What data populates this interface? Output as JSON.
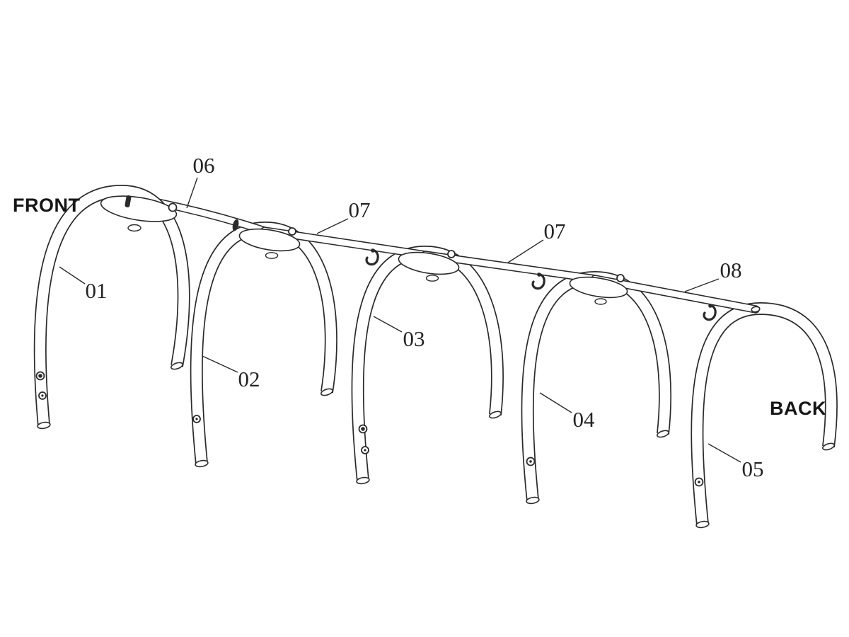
{
  "colors": {
    "ink": "#2a2a2a",
    "background": "#ffffff"
  },
  "diagram": {
    "orientation": {
      "front": "FRONT",
      "back": "BACK"
    },
    "callouts": {
      "c01": "01",
      "c02": "02",
      "c03": "03",
      "c04": "04",
      "c05": "05",
      "c06": "06",
      "c07a": "07",
      "c07b": "07",
      "c08": "08"
    }
  }
}
